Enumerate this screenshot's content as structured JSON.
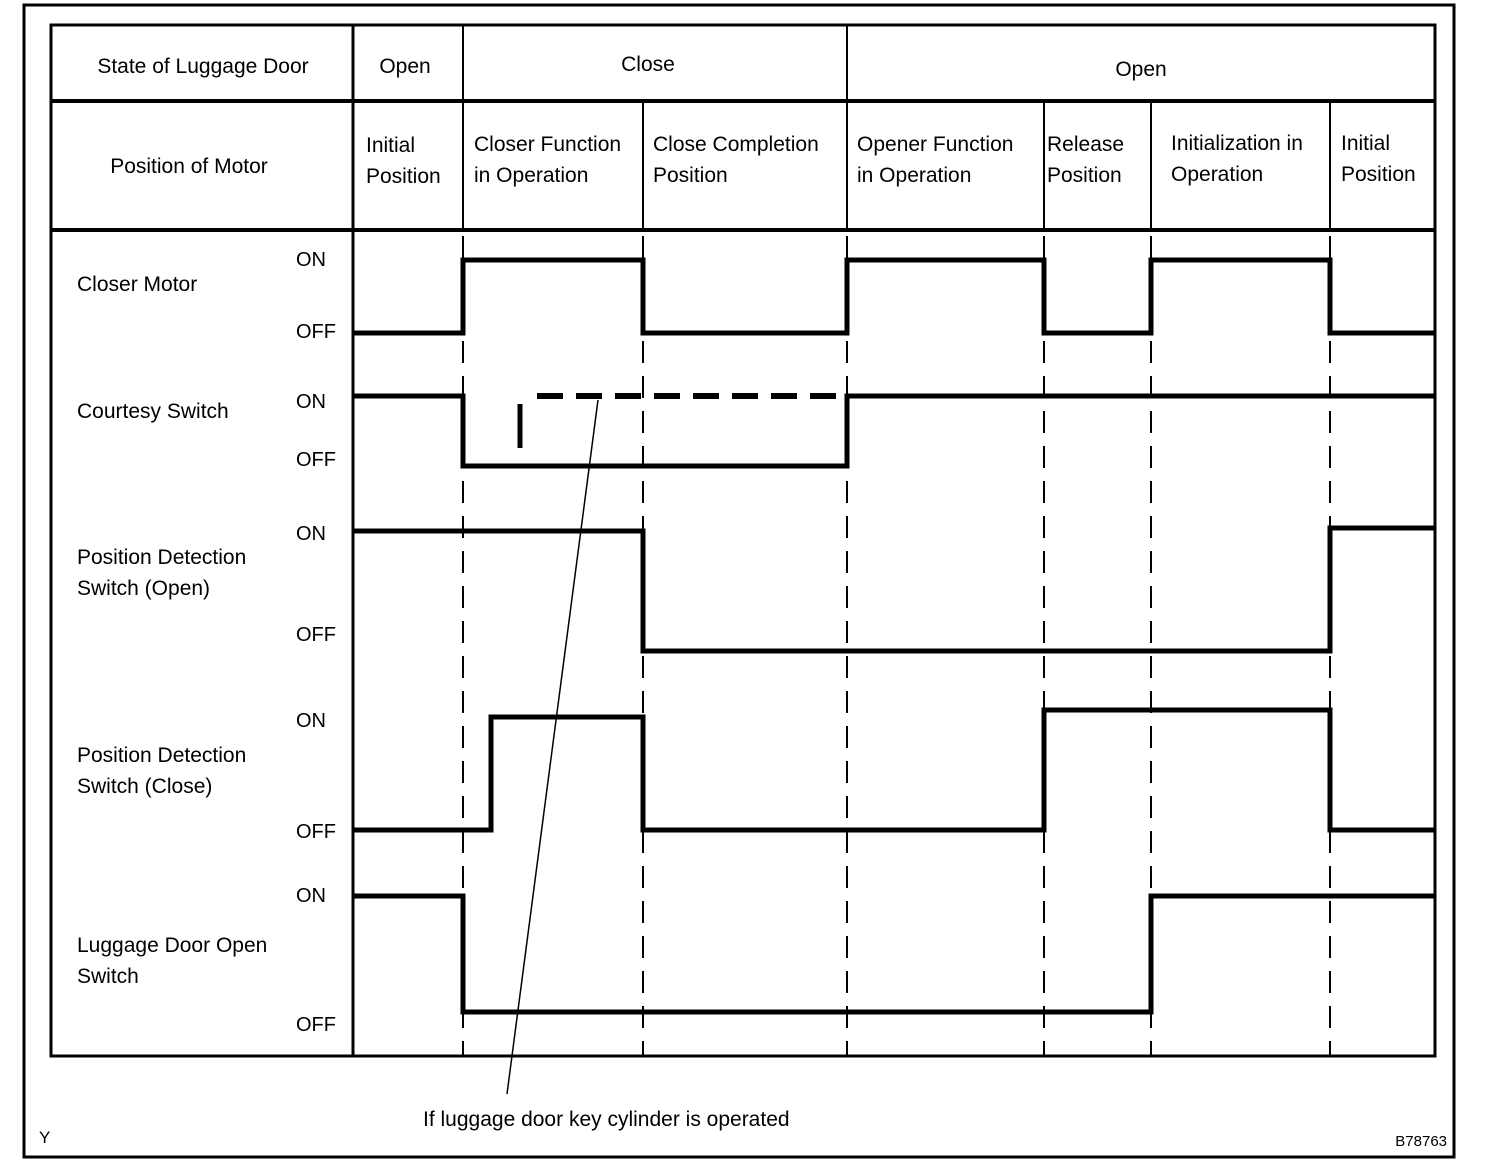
{
  "header": {
    "state_label": "State of Luggage Door",
    "motor_label": "Position of Motor",
    "states": [
      {
        "label": "Open"
      },
      {
        "label": "Close"
      },
      {
        "label": "Open"
      }
    ],
    "positions": [
      {
        "line1": "Initial",
        "line2": "Position"
      },
      {
        "line1": "Closer Function",
        "line2": "in Operation"
      },
      {
        "line1": "Close Completion",
        "line2": "Position"
      },
      {
        "line1": "Opener Function",
        "line2": "in Operation"
      },
      {
        "line1": "Release",
        "line2": "Position"
      },
      {
        "line1": "Initialization in",
        "line2": "Operation"
      },
      {
        "line1": "Initial",
        "line2": "Position"
      }
    ]
  },
  "levels": {
    "on": "ON",
    "off": "OFF"
  },
  "signals": [
    {
      "line1": "Closer Motor",
      "line2": ""
    },
    {
      "line1": "Courtesy Switch",
      "line2": ""
    },
    {
      "line1": "Position Detection",
      "line2": "Switch (Open)"
    },
    {
      "line1": "Position Detection",
      "line2": "Switch (Close)"
    },
    {
      "line1": "Luggage Door Open",
      "line2": "Switch"
    }
  ],
  "annotation": "If luggage door key cylinder is operated",
  "corner_mark": "Y",
  "figure_code": "B78763"
}
